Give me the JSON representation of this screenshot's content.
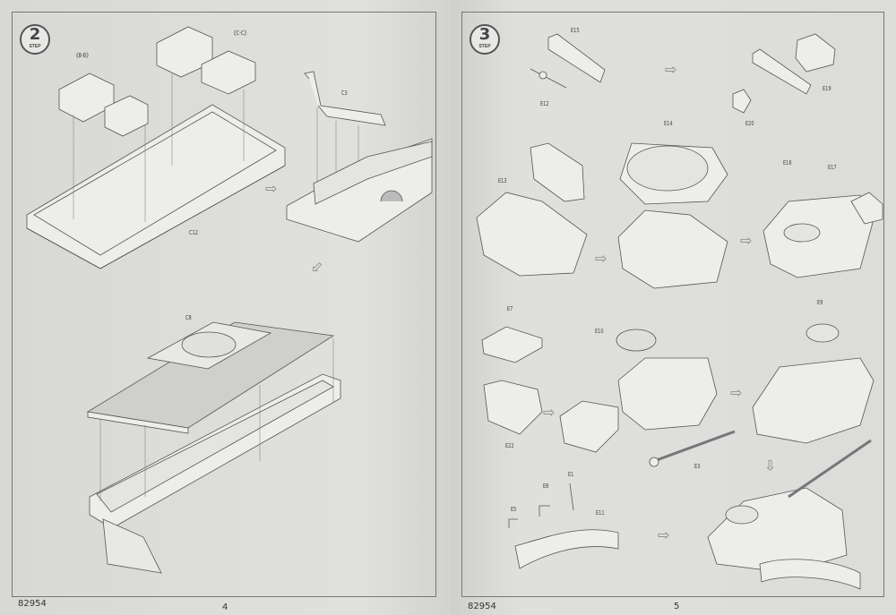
{
  "left_page": {
    "step": {
      "number": "2",
      "label": "STEP"
    },
    "labels": {
      "bb": "《B-B》",
      "cc": "《C-C》",
      "c3": "C3",
      "c12": "C12",
      "c8": "C8"
    },
    "footer": {
      "code": "82954",
      "page": "4"
    }
  },
  "right_page": {
    "step": {
      "number": "3",
      "label": "STEP"
    },
    "labels": {
      "e15": "E15",
      "e12": "E12",
      "e19": "E19",
      "e20": "E20",
      "e14": "E14",
      "e13": "E13",
      "e16": "E16",
      "e17": "E17",
      "e9": "E9",
      "e7": "E7",
      "e10": "E10",
      "e22": "E22",
      "e3": "E3",
      "e1": "E1",
      "e8": "E8",
      "e5": "E5",
      "e11": "E11"
    },
    "footer": {
      "code": "82954",
      "page": "5"
    }
  },
  "icons": {
    "next_step": "right-arrow-icon",
    "down_step": "down-arrow-icon"
  }
}
